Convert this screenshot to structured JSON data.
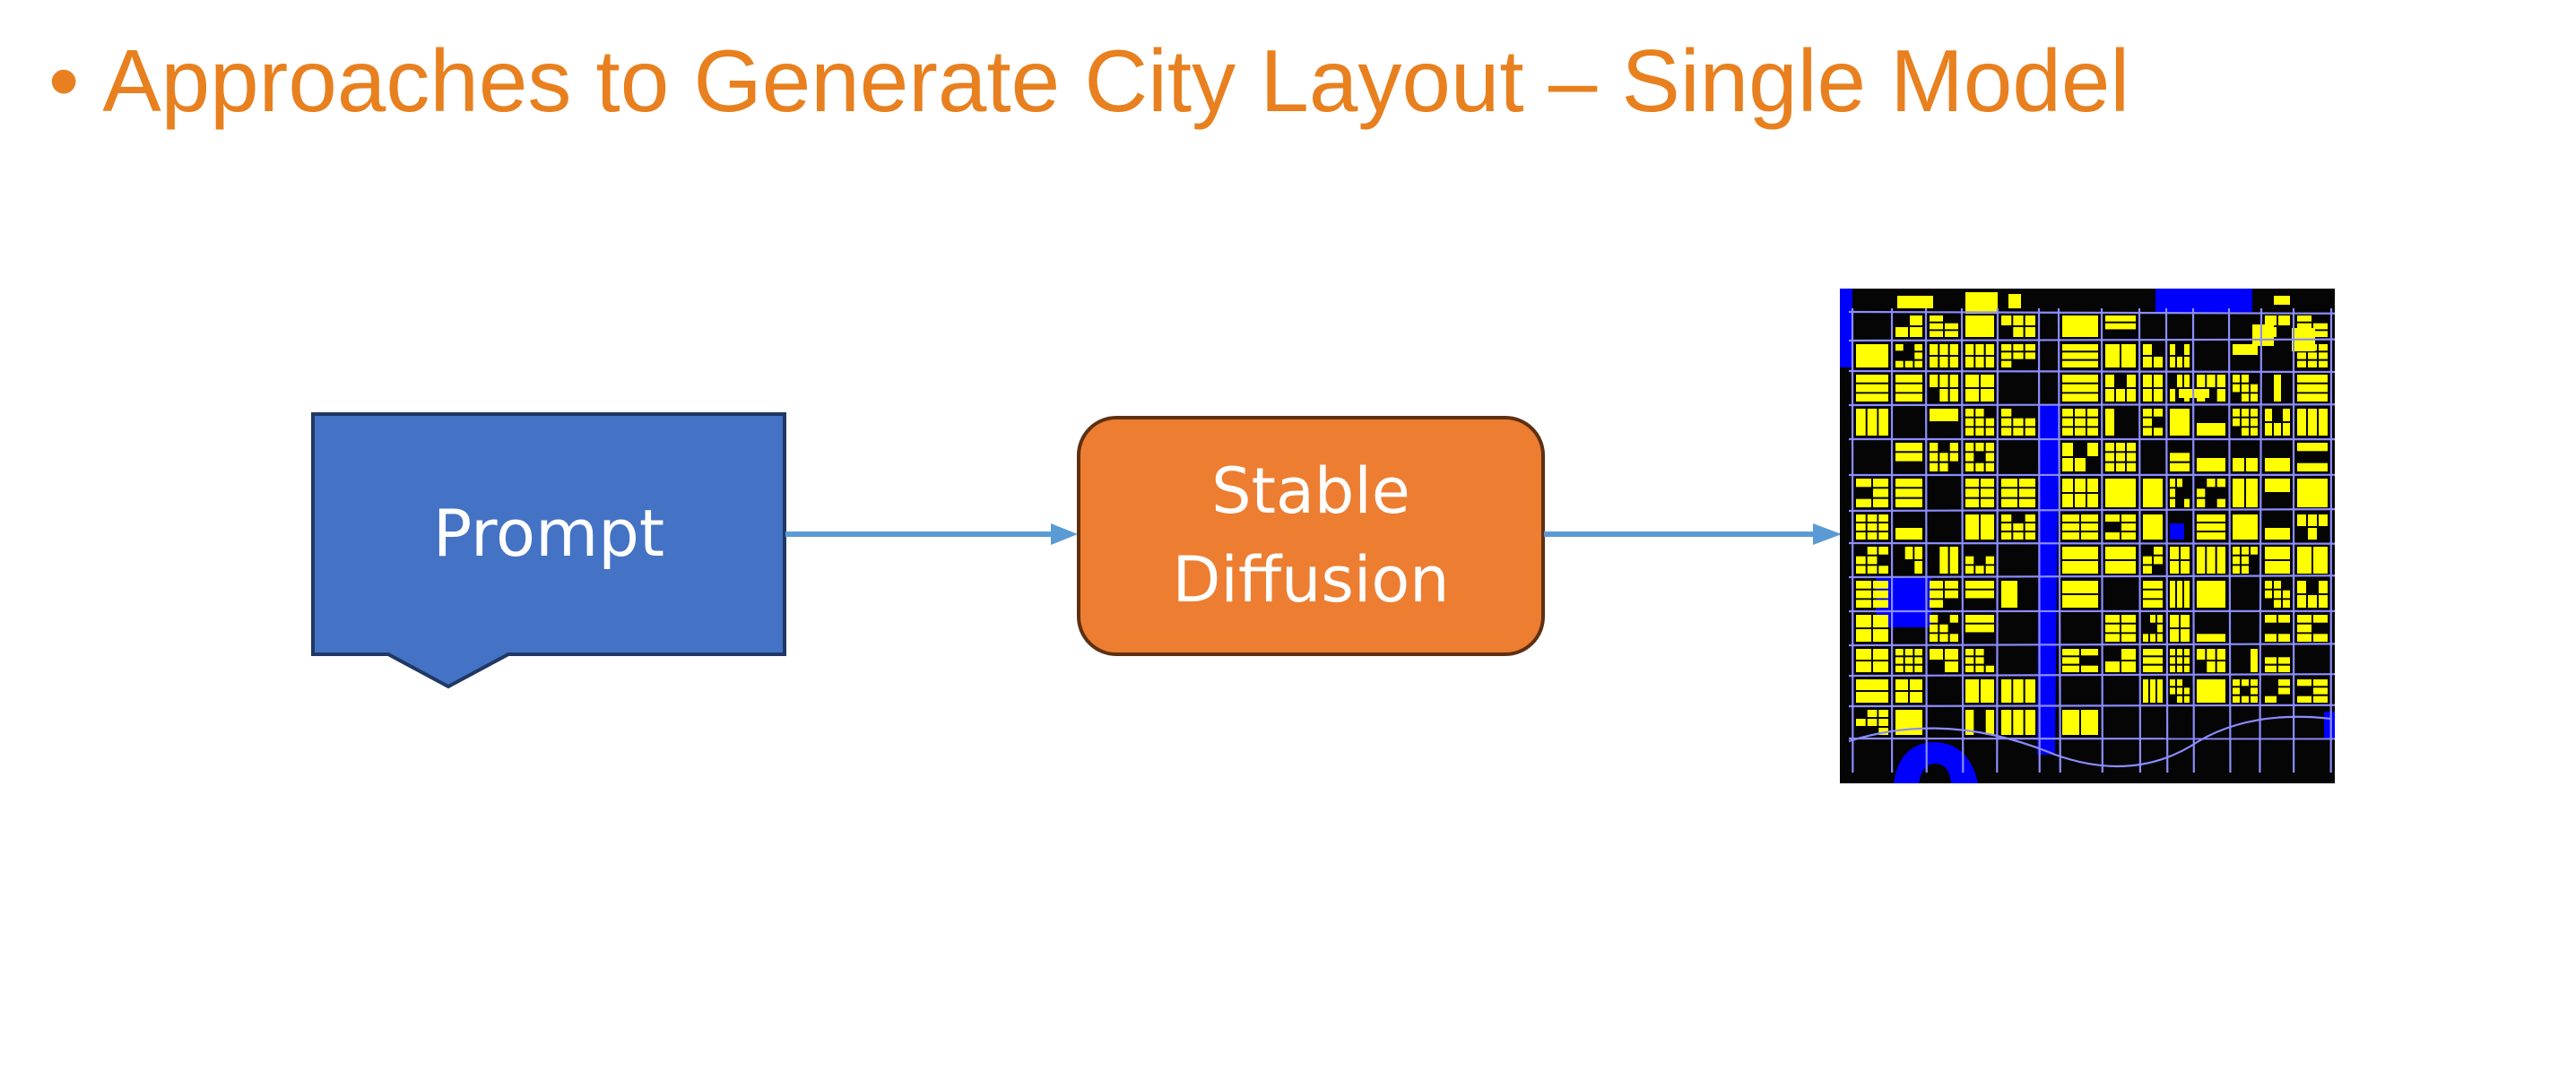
{
  "title": {
    "bullet": "•",
    "text": "Approaches to Generate City Layout – Single Model"
  },
  "nodes": {
    "prompt": {
      "label": "Prompt"
    },
    "model": {
      "label_line1": "Stable",
      "label_line2": "Diffusion"
    }
  },
  "colors": {
    "title": "#E8801F",
    "prompt_fill": "#4472C4",
    "prompt_border": "#1F3864",
    "model_fill": "#ED7D31",
    "model_border": "#5E3012",
    "arrow": "#5B9BD5",
    "map_background": "#050505",
    "map_buildings": "#FFFF00",
    "map_water": "#0000FF",
    "map_roads": "#8C8CFF"
  },
  "edges": [
    {
      "from": "prompt",
      "to": "model"
    },
    {
      "from": "model",
      "to": "output-map"
    }
  ]
}
